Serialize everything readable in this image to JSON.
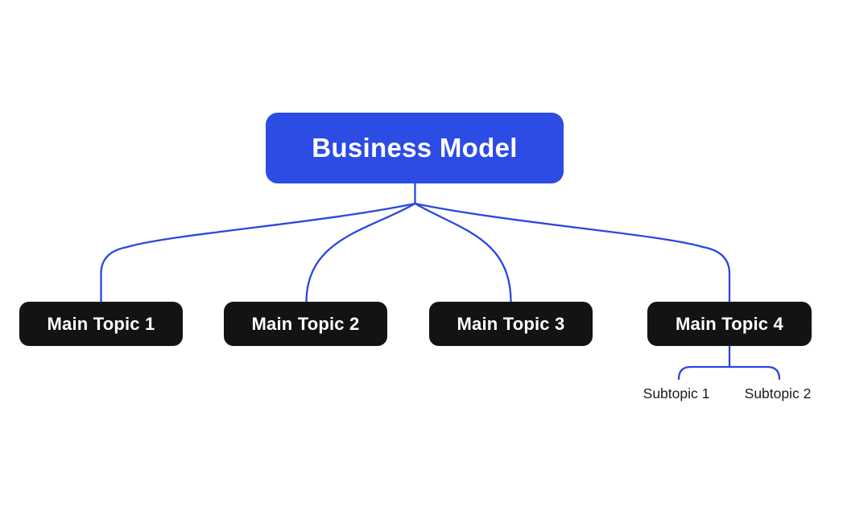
{
  "diagram": {
    "type": "mindmap",
    "root": {
      "label": "Business Model"
    },
    "main_topics": [
      {
        "label": "Main Topic 1"
      },
      {
        "label": "Main Topic 2"
      },
      {
        "label": "Main Topic 3"
      },
      {
        "label": "Main Topic 4"
      }
    ],
    "subtopics": [
      {
        "label": "Subtopic 1",
        "parent": "Main Topic 4"
      },
      {
        "label": "Subtopic 2",
        "parent": "Main Topic 4"
      }
    ],
    "colors": {
      "background": "#ffffff",
      "root_node_bg": "#2c4ce4",
      "root_node_text": "#ffffff",
      "main_topic_bg": "#131313",
      "main_topic_text": "#ffffff",
      "connector": "#2b47e0",
      "subtopic_text": "#1b1b1b"
    }
  }
}
